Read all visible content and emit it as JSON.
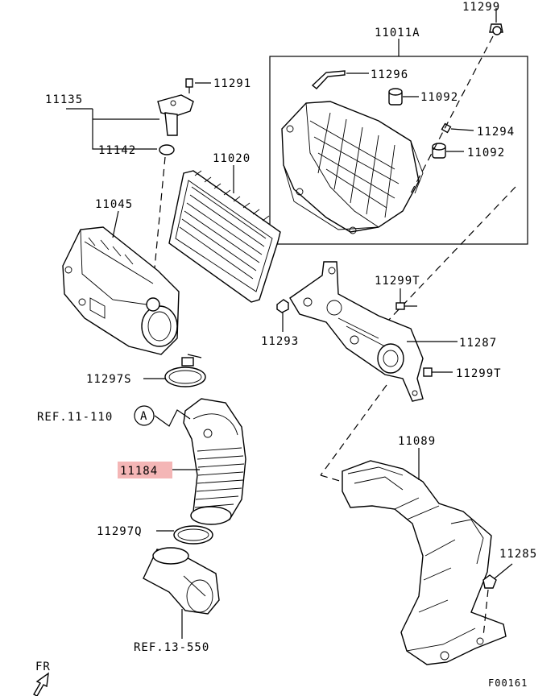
{
  "labels": {
    "p11299": "11299",
    "p11011a": "11011A",
    "p11291": "11291",
    "p11296": "11296",
    "p11135": "11135",
    "p11092a": "11092",
    "p11294": "11294",
    "p11142": "11142",
    "p11092b": "11092",
    "p11020": "11020",
    "p11045": "11045",
    "p11299t_a": "11299T",
    "p11293": "11293",
    "p11287": "11287",
    "p11299t_b": "11299T",
    "p11297s": "11297S",
    "ref11110": "REF.11-110",
    "circle_a": "A",
    "p11089": "11089",
    "p11184": "11184",
    "p11297q": "11297Q",
    "p11285": "11285",
    "ref13550": "REF.13-550",
    "fr": "FR",
    "code": "F00161"
  },
  "highlight": {
    "part": "11184",
    "color": "#f4b6b6"
  }
}
